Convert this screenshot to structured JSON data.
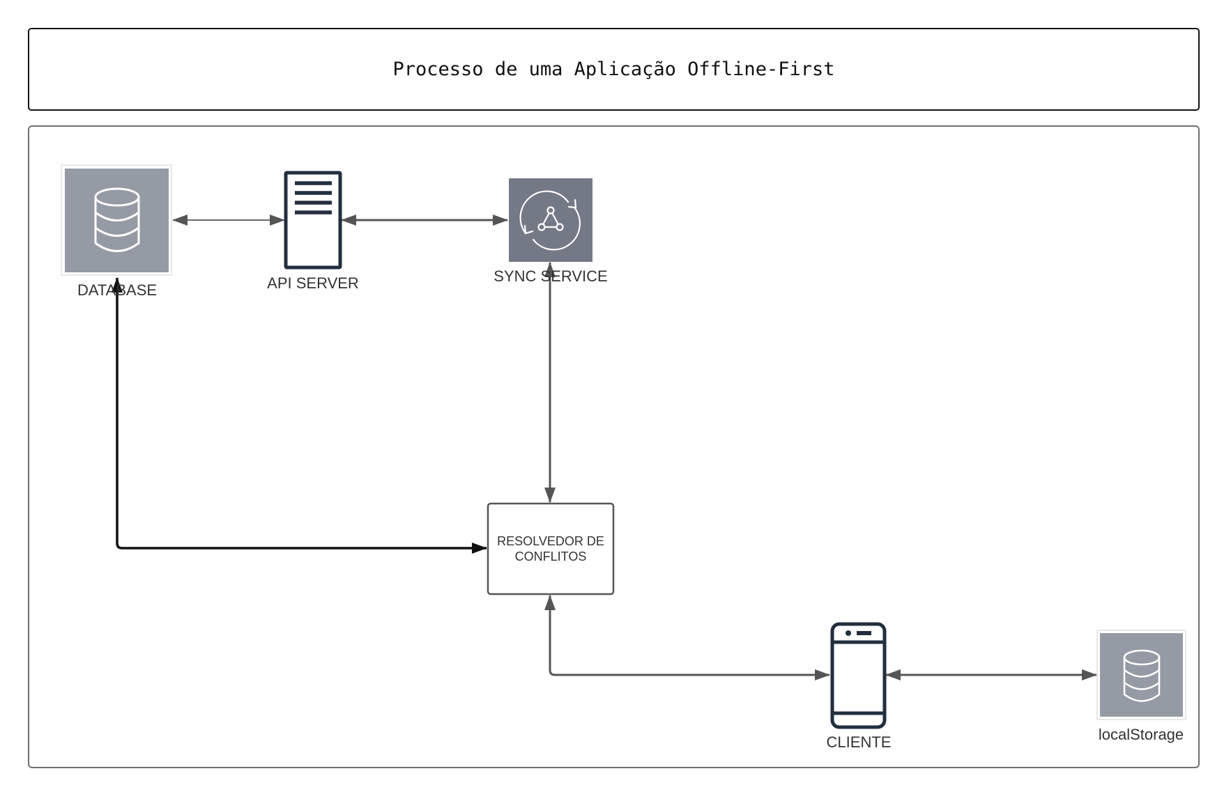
{
  "title": "Processo de uma Aplicação Offline-First",
  "nodes": {
    "database": {
      "label": "DATABASE",
      "icon": "database-icon"
    },
    "api_server": {
      "label": "API SERVER",
      "icon": "server-icon"
    },
    "sync_service": {
      "label": "SYNC SERVICE",
      "icon": "sync-icon"
    },
    "resolver": {
      "label": "RESOLVEDOR DE CONFLITOS"
    },
    "client": {
      "label": "CLIENTE",
      "icon": "mobile-phone-icon"
    },
    "local_storage": {
      "label": "localStorage",
      "icon": "database-icon"
    }
  },
  "colors": {
    "icon_bg": "#959BA5",
    "sync_bg": "#737985",
    "dark": "#232F3E",
    "line": "#555555",
    "frame": "#707070"
  }
}
